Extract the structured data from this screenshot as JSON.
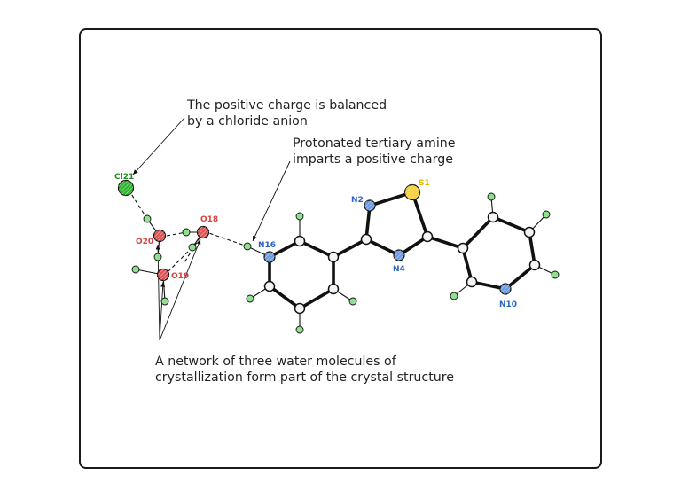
{
  "callouts": {
    "chloride_line1": "The positive charge is balanced",
    "chloride_line2": "by a chloride anion",
    "amine_line1": "Protonated tertiary amine",
    "amine_line2": "imparts a positive charge",
    "water_line1": "A network of three water molecules of",
    "water_line2": "crystallization form part of the crystal structure"
  },
  "atom_labels": {
    "cl21": "Cl21",
    "o18": "O18",
    "o19": "O19",
    "o20": "O20",
    "n16": "N16",
    "n2": "N2",
    "s1": "S1",
    "n4": "N4",
    "n10": "N10"
  },
  "colors": {
    "frame": "#1a1a1a",
    "bond": "#111111",
    "oxygen": "#e05252",
    "nitrogen": "#6a9be0",
    "sulfur": "#f2cf3b",
    "chlorine": "#2db52d",
    "hydrogen": "#8fe08f",
    "carbon": "#f4f4f4",
    "oxygen_label": "#d94040",
    "nitrogen_label": "#2b64c8",
    "sulfur_label": "#e0b400",
    "chlorine_label": "#1f8f1f"
  }
}
